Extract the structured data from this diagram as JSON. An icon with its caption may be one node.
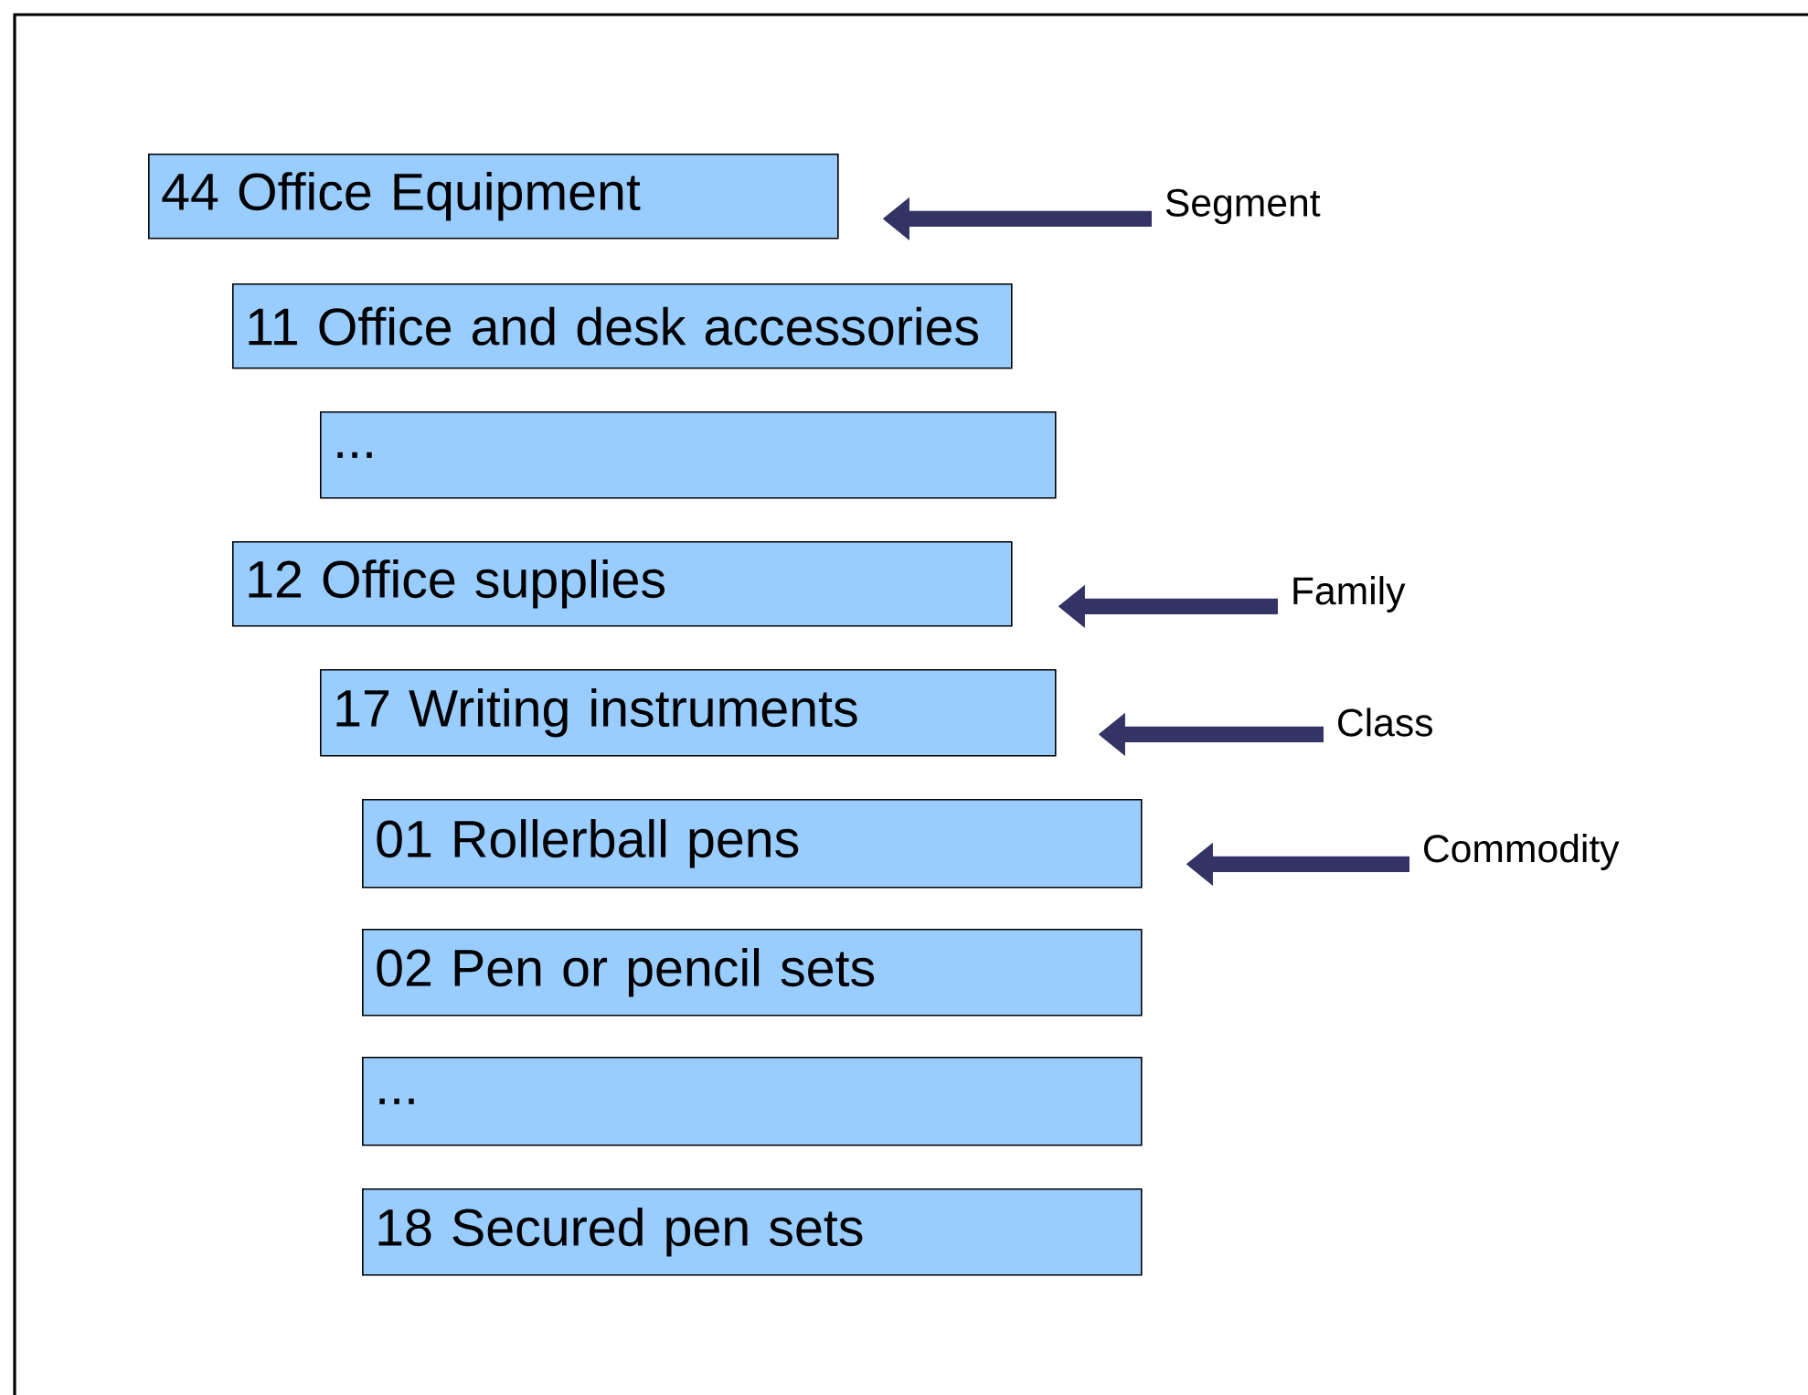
{
  "diagram": {
    "nodes": [
      {
        "text": [
          "44 Office Equipment"
        ]
      },
      {
        "text": [
          "11 Office and desk accessories"
        ]
      },
      {
        "text": [
          "..."
        ]
      },
      {
        "text": [
          "12 Office supplies"
        ]
      },
      {
        "text": [
          "17 Writing instruments"
        ]
      },
      {
        "text": [
          "01 Rollerball pens"
        ]
      },
      {
        "text": [
          "02 Pen or pencil sets"
        ]
      },
      {
        "text": [
          "..."
        ]
      },
      {
        "text": [
          "18 Secured pen sets"
        ]
      },
      {
        "text": [
          "Segment"
        ]
      },
      {
        "text": [
          "Family"
        ]
      },
      {
        "text": [
          "Class"
        ]
      },
      {
        "text": [
          "Commodity"
        ]
      }
    ],
    "edges": [
      {
        "from": 9,
        "to": 0,
        "arrow": "to"
      },
      {
        "from": 10,
        "to": 3,
        "arrow": "to"
      },
      {
        "from": 11,
        "to": 4,
        "arrow": "to"
      },
      {
        "from": 12,
        "to": 5,
        "arrow": "to"
      }
    ]
  }
}
